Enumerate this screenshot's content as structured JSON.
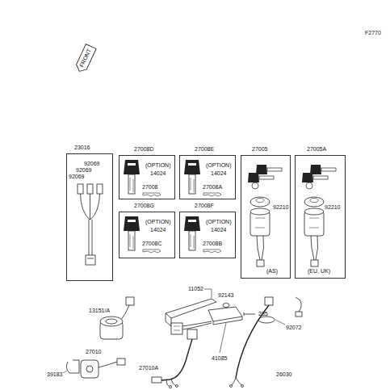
{
  "diagram": {
    "nodes": [
      {
        "text": [
          "23016",
          "92069",
          "92069",
          "92069"
        ]
      },
      {
        "text": [
          "27008D",
          "(OPTION)",
          "14024",
          "27008"
        ]
      },
      {
        "text": [
          "27008E",
          "(OPTION)",
          "14024",
          "27008A"
        ]
      },
      {
        "text": [
          "27008G",
          "(OPTION)",
          "14024",
          "27008C"
        ]
      },
      {
        "text": [
          "27008F",
          "(OPTION)",
          "14024",
          "27008B"
        ]
      },
      {
        "text": [
          "27005",
          "92210",
          "(AS)"
        ]
      },
      {
        "text": [
          "27005A",
          "92210",
          "(EU, UK)"
        ]
      }
    ],
    "labels": [
      "F2770",
      "FRONT",
      "11052",
      "92143",
      "13151/A",
      "235",
      "92072",
      "41085",
      "27010",
      "39183",
      "27010A",
      "26030"
    ]
  }
}
